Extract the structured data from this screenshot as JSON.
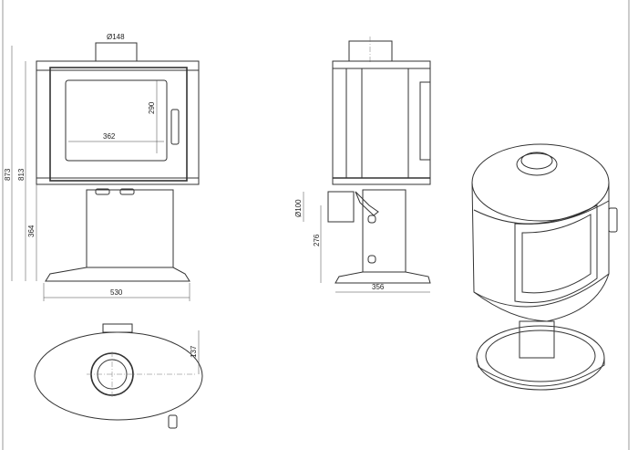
{
  "drawing": {
    "front_view": {
      "flue_diameter": "Ø148",
      "glass_height": "290",
      "glass_width": "362",
      "total_height": "873",
      "body_height": "813",
      "pedestal_height": "364",
      "base_width": "530"
    },
    "side_view": {
      "rear_outlet_diameter": "Ø100",
      "rear_outlet_height": "276",
      "depth": "356"
    },
    "top_view": {
      "flue_offset": "137"
    }
  }
}
